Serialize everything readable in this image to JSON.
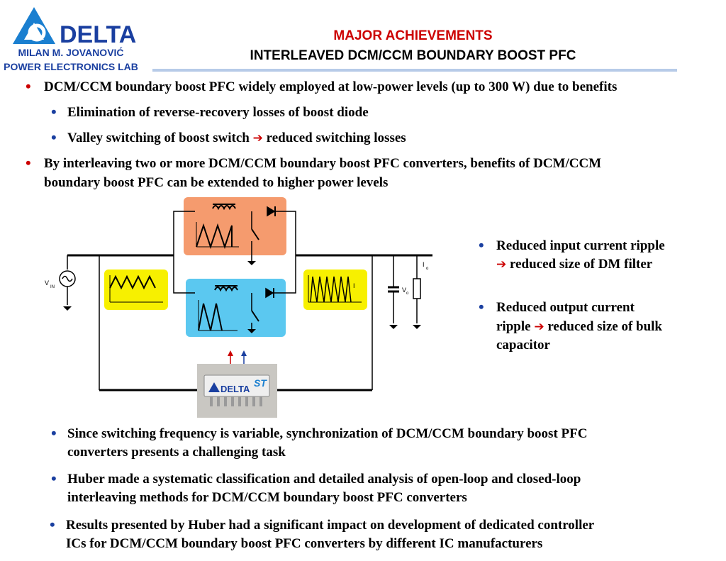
{
  "header": {
    "logo_text": "DELTA",
    "lab_name_line1": "MILAN M. JOVANOVIĆ",
    "lab_name_line2": "POWER ELECTRONICS LAB",
    "title": "MAJOR ACHIEVEMENTS",
    "subtitle": "INTERLEAVED DCM/CCM BOUNDARY BOOST PFC"
  },
  "bullets_top": [
    {
      "text": "DCM/CCM boundary boost PFC widely employed at low-power levels (up to 300 W) due to benefits"
    },
    {
      "text": "Elimination of reverse-recovery losses of boost diode"
    },
    {
      "text_a": "Valley switching of boost switch",
      "text_b": "reduced switching losses"
    },
    {
      "line1": "By interleaving two or more DCM/CCM boundary boost PFC converters, benefits of DCM/CCM",
      "line2": "boundary boost PFC can be extended to higher power levels"
    }
  ],
  "bullets_right": [
    {
      "line1": "Reduced input current ripple",
      "line2": "reduced size of DM filter"
    },
    {
      "line1": "Reduced output current",
      "line2a": "ripple",
      "line2b": "reduced size of bulk",
      "line3": "capacitor"
    }
  ],
  "diagram": {
    "vin_label": "V",
    "vin_sub": "IN",
    "vo_label": "V",
    "vo_sub": "o",
    "io_label": "I",
    "io_sub": "o",
    "i_label": "I",
    "chip_brand": "DELTA",
    "chip_brand2": "ST",
    "colors": {
      "phase1": "#f59b6e",
      "phase2": "#5bc8f0",
      "waveform_box": "#f7f000"
    }
  },
  "bullets_bottom": [
    {
      "line1": "Since switching frequency is variable, synchronization of DCM/CCM boundary boost PFC",
      "line2": "converters presents a challenging task"
    },
    {
      "line1": "Huber made a systematic classification and detailed analysis of open-loop and closed-loop",
      "line2": "interleaving methods for DCM/CCM boundary boost PFC converters"
    },
    {
      "line1": "Results presented by Huber had a significant impact on development of dedicated controller",
      "line2": "ICs for DCM/CCM boundary boost PFC converters by different IC manufacturers"
    }
  ]
}
